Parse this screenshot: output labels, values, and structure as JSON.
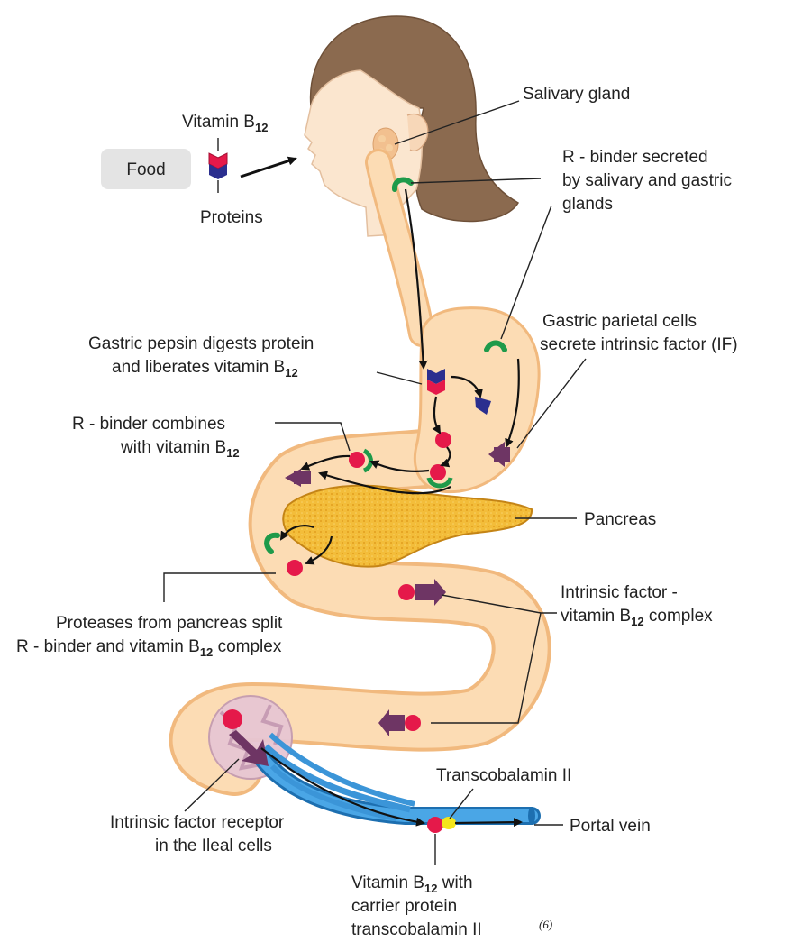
{
  "diagram": {
    "food_label": "Food",
    "labels": {
      "vitamin_b12": {
        "text": "Vitamin B",
        "sub": "12"
      },
      "proteins": "Proteins",
      "salivary_gland": "Salivary gland",
      "r_binder_secreted": [
        "R - binder secreted",
        "by salivary and gastric",
        "glands"
      ],
      "gastric_parietal": [
        "Gastric parietal cells",
        "secrete intrinsic factor (IF)"
      ],
      "gastric_pepsin_1": "Gastric pepsin digests protein",
      "gastric_pepsin_2": {
        "text": "and liberates vitamin B",
        "sub": "12"
      },
      "r_binder_combines_1": "R - binder combines",
      "r_binder_combines_2": {
        "text": "with vitamin B",
        "sub": "12"
      },
      "pancreas": "Pancreas",
      "proteases_1": "Proteases from pancreas split",
      "proteases_2": {
        "text": "R - binder and vitamin B",
        "sub": "12",
        "tail": " complex"
      },
      "intrinsic_complex_1": "Intrinsic factor -",
      "intrinsic_complex_2": {
        "text": "vitamin B",
        "sub": "12",
        "tail": " complex"
      },
      "transcobalamin": "Transcobalamin II",
      "portal_vein": "Portal vein",
      "if_receptor": [
        "Intrinsic factor receptor",
        "in the Ileal cells"
      ],
      "carrier_1": {
        "text": "Vitamin B",
        "sub": "12",
        "tail": " with"
      },
      "carrier_2": "carrier protein",
      "carrier_3": "transcobalamin II",
      "reference": "(6)"
    },
    "colors": {
      "hair": "#8b6a4f",
      "skin": "#fbe6cf",
      "gut_fill": "#fcdcb4",
      "gut_edge": "#f1b97e",
      "pancreas": "#f2b92e",
      "b12": "#e5194a",
      "protein": "#2b2f8f",
      "r_binder": "#1e9a4a",
      "intrinsic_factor": "#6e3564",
      "vein": "#2c8fd6",
      "transcobalamin": "#f4e61c",
      "food_box": "#e4e4e4"
    }
  }
}
